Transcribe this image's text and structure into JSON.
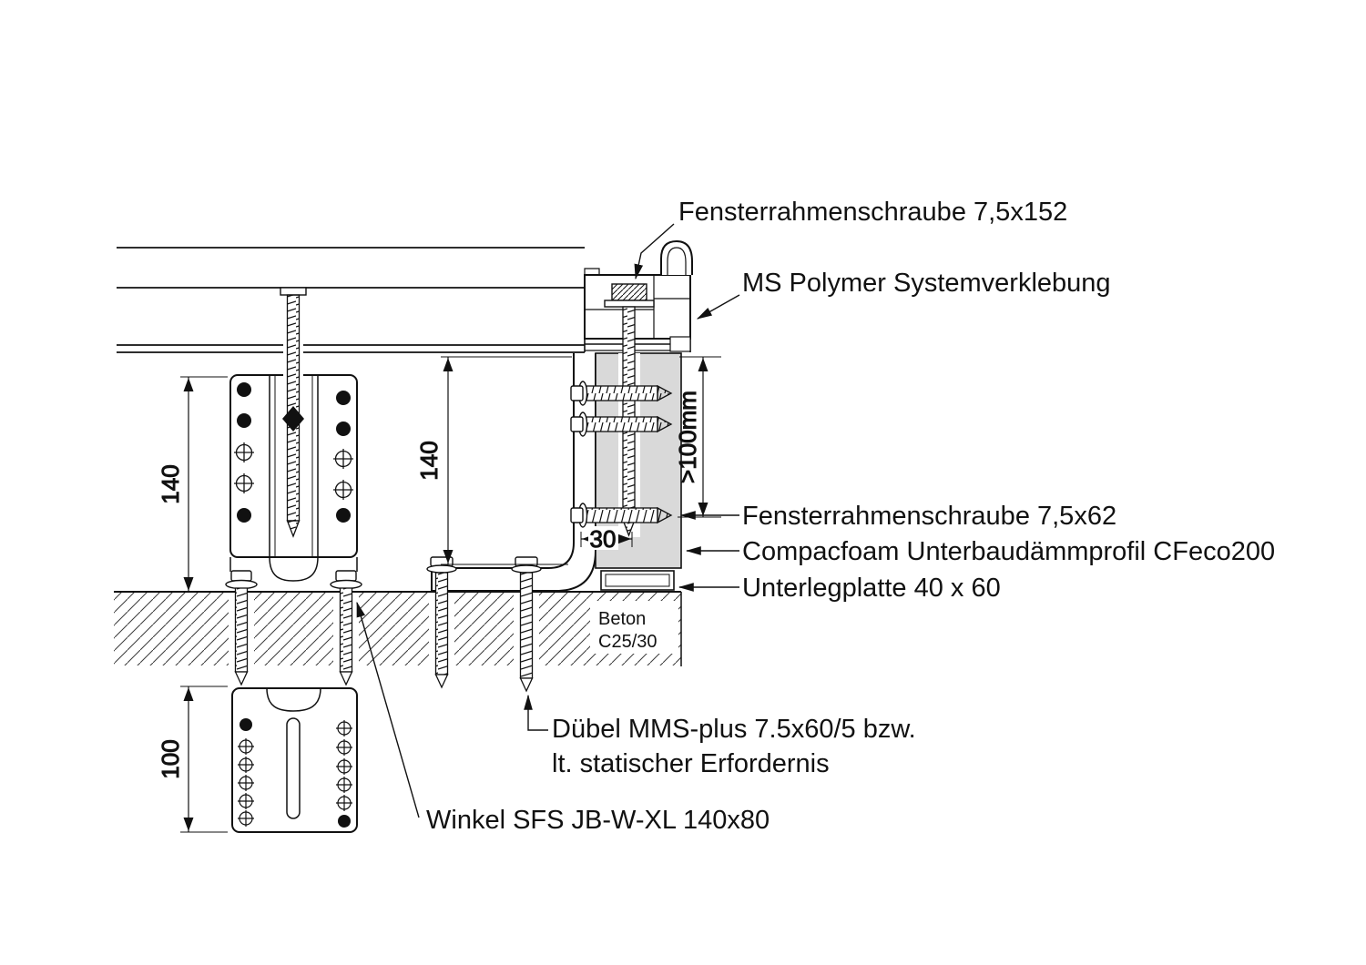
{
  "meta": {
    "background": "#ffffff",
    "line_color": "#111111",
    "foam_fill": "#d9d9d9"
  },
  "labels": {
    "screw_frame_long": "Fensterrahmenschraube 7,5x152",
    "ms_polymer": "MS Polymer Systemverklebung",
    "screw_frame_short": "Fensterrahmenschraube 7,5x62",
    "compacfoam": "Compacfoam Unterbaudämmprofil CFeco200",
    "shim_plate": "Unterlegplatte 40 x 60",
    "concrete_line1": "Beton",
    "concrete_line2": "C25/30",
    "anchor_line1": "Dübel MMS-plus 7.5x60/5 bzw.",
    "anchor_line2": "lt. statischer Erfordernis",
    "angle_bracket": "Winkel SFS JB-W-XL 140x80"
  },
  "dimensions": {
    "bracket_height": "140",
    "angle_height": "140",
    "lower_bracket_height": "100",
    "embed_depth": ">100mm",
    "edge_distance": "30"
  }
}
